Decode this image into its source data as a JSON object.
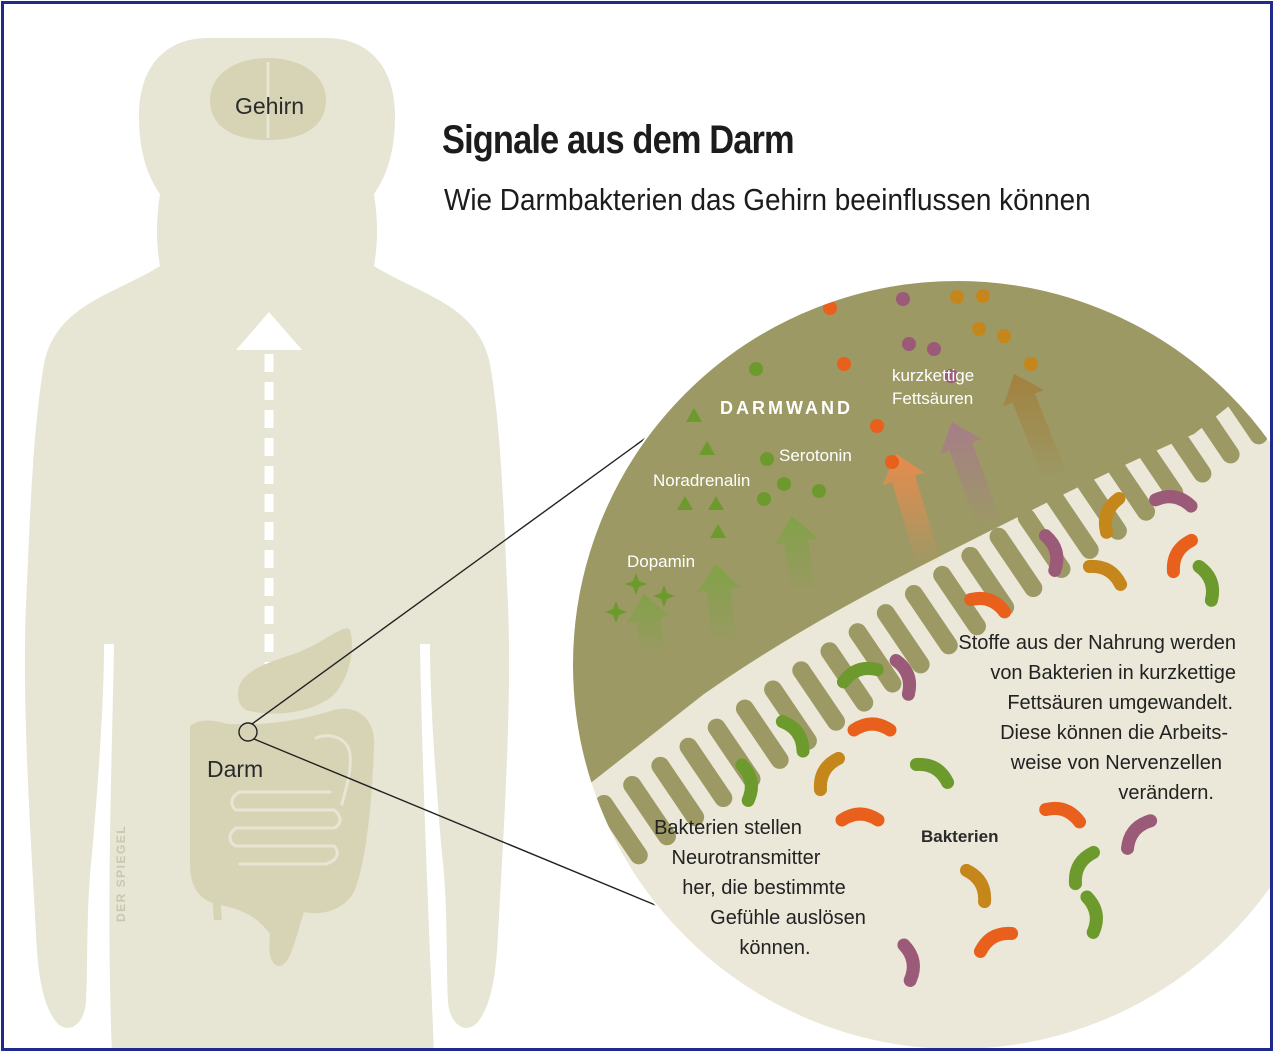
{
  "header": {
    "title": "Signale aus dem Darm",
    "subtitle": "Wie Darmbakterien das Gehirn beeinflussen können"
  },
  "body_labels": {
    "brain": "Gehirn",
    "gut": "Darm",
    "credit": "DER SPIEGEL"
  },
  "detail": {
    "wall_label": "DARMWAND",
    "fatty_acids_line1": "kurzkettige",
    "fatty_acids_line2": "Fettsäuren",
    "serotonin": "Serotonin",
    "noradrenalin": "Noradrenalin",
    "dopamin": "Dopamin",
    "bacteria": "Bakterien",
    "text_left": [
      "Bakterien stellen",
      "Neurotransmitter",
      "her, die bestimmte",
      "Gefühle auslösen",
      "können."
    ],
    "text_right": [
      "Stoffe aus der Nahrung werden",
      "von Bakterien in kurzkettige",
      "Fettsäuren umgewandelt.",
      "Diese können die Arbeits-",
      "weise von Nervenzellen",
      "verändern."
    ]
  },
  "colors": {
    "frame": "#1f2a8a",
    "silhouette": "#e7e5d3",
    "organ": "#d7d4b6",
    "wall": "#9c9965",
    "lumen": "#ebe8d9",
    "green": "#6c9a2c",
    "orange": "#e8601c",
    "purple": "#9a5a78",
    "ochre": "#c5861b"
  }
}
